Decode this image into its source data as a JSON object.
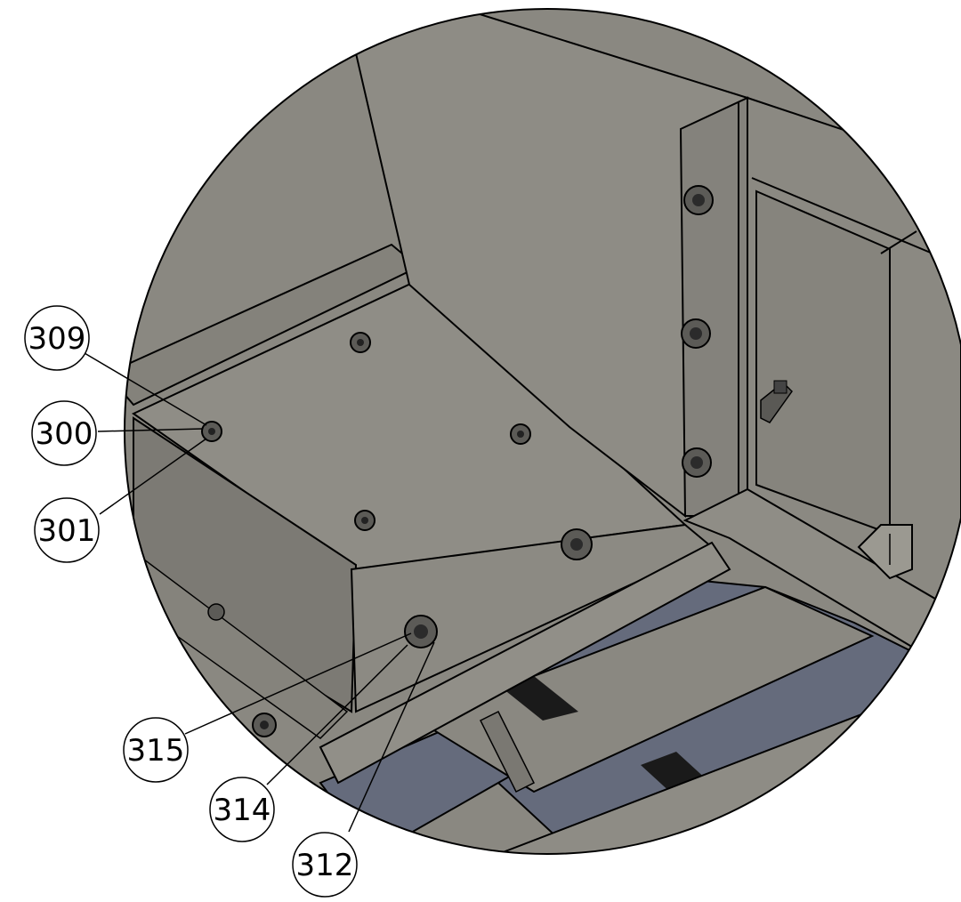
{
  "colors": {
    "background": "#ffffff",
    "metal": "#8a8881",
    "metal_light": "#95938c",
    "metal_dark": "#6f6d68",
    "blue_panel": "#656b7c",
    "edge": "#000000"
  },
  "callouts": [
    {
      "id": "callout-309",
      "label": "309"
    },
    {
      "id": "callout-300",
      "label": "300"
    },
    {
      "id": "callout-301",
      "label": "301"
    },
    {
      "id": "callout-315",
      "label": "315"
    },
    {
      "id": "callout-314",
      "label": "314"
    },
    {
      "id": "callout-312",
      "label": "312"
    }
  ]
}
